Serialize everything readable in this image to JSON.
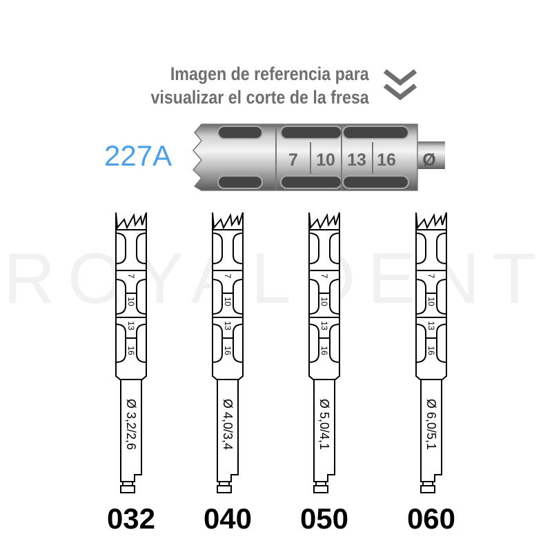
{
  "caption": {
    "line1": "Imagen de referencia para",
    "line2": "visualizar el corte de la fresa",
    "icon": "double-chevron-down-icon"
  },
  "model": "227A",
  "watermark": "ROYALDENT",
  "reference_drill": {
    "depth_marks": [
      "7",
      "10",
      "13",
      "16"
    ],
    "diameter_symbol": "Ø"
  },
  "colors": {
    "model": "#4a9fe8",
    "caption": "#6e6e6e"
  },
  "drills": [
    {
      "code": "032",
      "diameter": "Ø 3,2/2,6",
      "depth_marks": [
        "7",
        "10",
        "13",
        "16"
      ]
    },
    {
      "code": "040",
      "diameter": "Ø 4,0/3,4",
      "depth_marks": [
        "7",
        "10",
        "13",
        "16"
      ]
    },
    {
      "code": "050",
      "diameter": "Ø 5,0/4,1",
      "depth_marks": [
        "7",
        "10",
        "13",
        "16"
      ]
    },
    {
      "code": "060",
      "diameter": "Ø 6,0/5,1",
      "depth_marks": [
        "7",
        "10",
        "13",
        "16"
      ]
    }
  ]
}
